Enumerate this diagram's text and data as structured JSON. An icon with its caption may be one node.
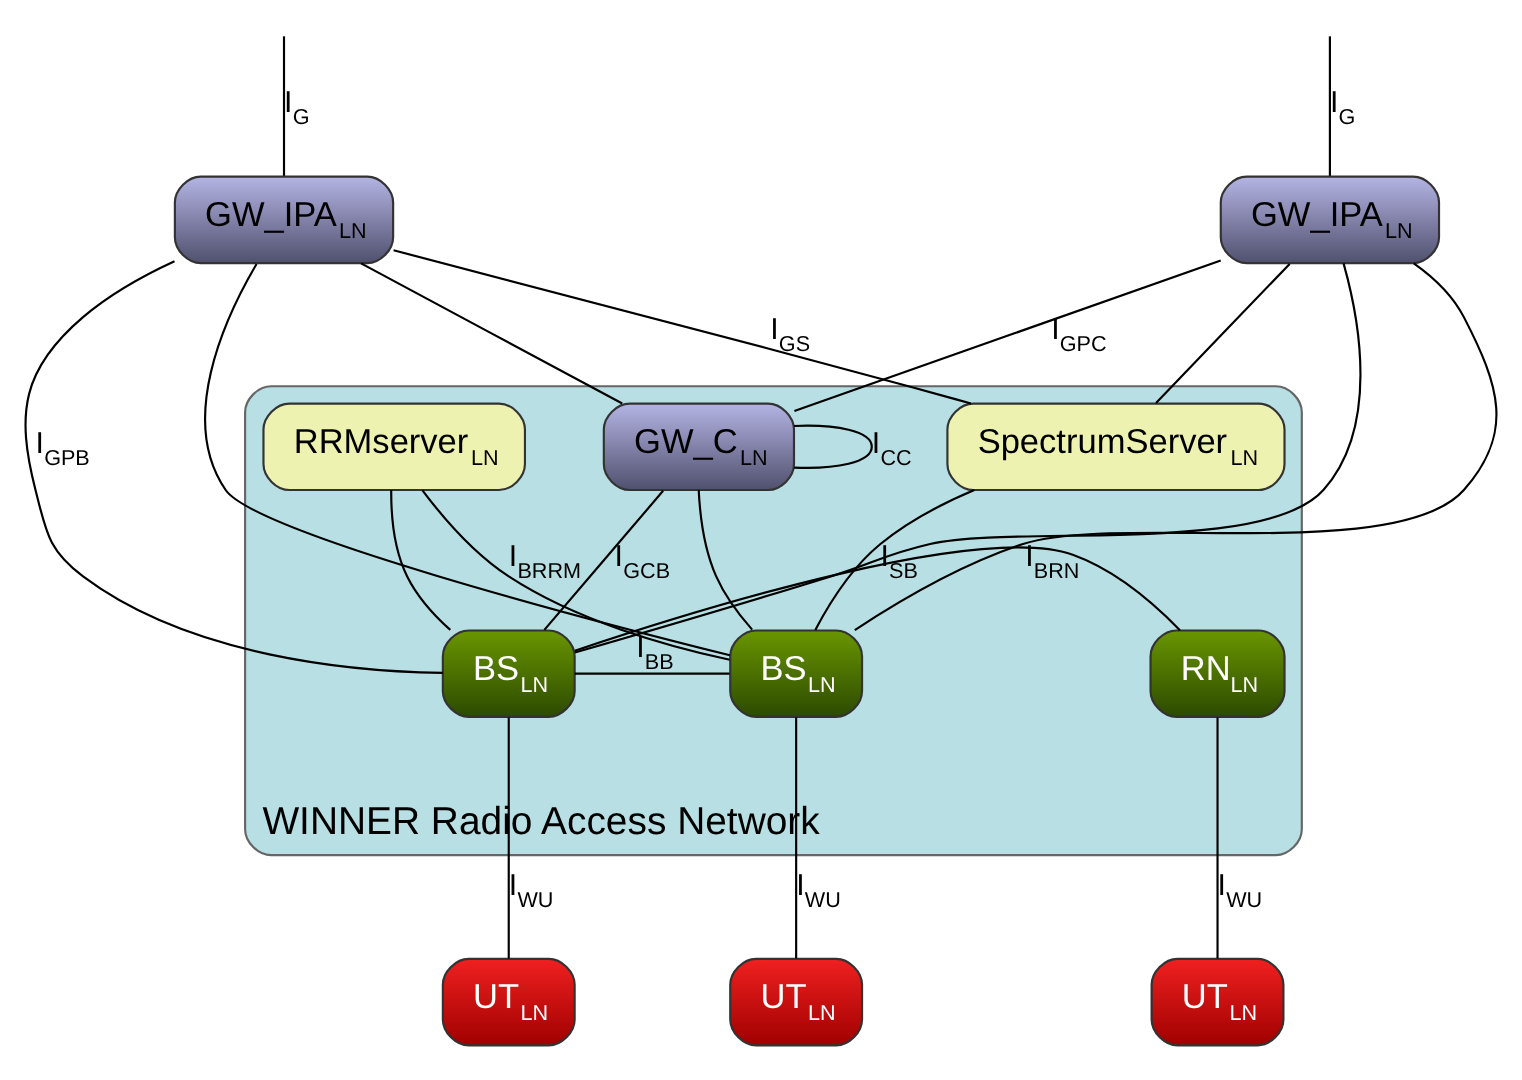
{
  "diagram": {
    "nodes": [
      {
        "text": [
          "WINNER Radio Access Network"
        ]
      },
      {
        "text": [
          "GW_IPA$_{LN}$"
        ]
      },
      {
        "text": [
          "GW_IPA$_{LN}$"
        ]
      },
      {
        "text": [
          "SpectrumServer$_{LN}$"
        ],
        "in": 0
      },
      {
        "text": [
          "GW_C$_{LN}$"
        ],
        "in": 0
      },
      {
        "text": [
          "RRMserver$_{LN}$"
        ],
        "in": 0
      },
      {
        "text": [
          "BS$_{LN}$"
        ],
        "in": 0
      },
      {
        "text": [
          "BS$_{LN}$"
        ],
        "in": 0
      },
      {
        "text": [
          "RN$_{LN}$"
        ],
        "in": 0
      },
      {
        "text": [
          "UT$_{LN}$"
        ]
      },
      {
        "text": [
          "UT$_{LN}$"
        ]
      },
      {
        "text": [
          "UT$_{LN}$"
        ]
      }
    ],
    "edges": [
      {
        "from": null,
        "to": 1,
        "arrow": "none",
        "label": "I$_{G}$"
      },
      {
        "from": null,
        "to": 2,
        "arrow": "none",
        "label": "I$_{G}$"
      },
      {
        "from": 1,
        "to": 3,
        "arrow": "none",
        "label": "I$_{GS}$"
      },
      {
        "from": 2,
        "to": 3,
        "arrow": "none"
      },
      {
        "from": 1,
        "to": 4,
        "arrow": "none"
      },
      {
        "from": 2,
        "to": 4,
        "arrow": "none",
        "label": "I$_{GPC}$"
      },
      {
        "from": 4,
        "to": 4,
        "arrow": "none",
        "label": "I$_{CC}$"
      },
      {
        "from": 1,
        "to": 6,
        "arrow": "none"
      },
      {
        "from": 1,
        "to": 7,
        "arrow": "none",
        "label": "I$_{GPB}$"
      },
      {
        "from": 2,
        "to": 6,
        "arrow": "none"
      },
      {
        "from": 2,
        "to": 7,
        "arrow": "none"
      },
      {
        "from": 3,
        "to": 6,
        "arrow": "none",
        "label": "I$_{SB}$"
      },
      {
        "from": 5,
        "to": 6,
        "arrow": "none",
        "label": "I$_{BRRM}$"
      },
      {
        "from": 5,
        "to": 7,
        "arrow": "none"
      },
      {
        "from": 4,
        "to": 6,
        "arrow": "none"
      },
      {
        "from": 4,
        "to": 7,
        "arrow": "none",
        "label": "I$_{GCB}$"
      },
      {
        "from": 6,
        "to": 7,
        "arrow": "none",
        "label": "I$_{BB}$"
      },
      {
        "from": 7,
        "to": 8,
        "arrow": "none",
        "label": "I$_{BRN}$"
      },
      {
        "from": 6,
        "to": 9,
        "arrow": "none",
        "label": "I$_{WU}$"
      },
      {
        "from": 7,
        "to": 10,
        "arrow": "none",
        "label": "I$_{WU}$"
      },
      {
        "from": 8,
        "to": 11,
        "arrow": "none",
        "label": "I$_{WU}$"
      }
    ]
  }
}
